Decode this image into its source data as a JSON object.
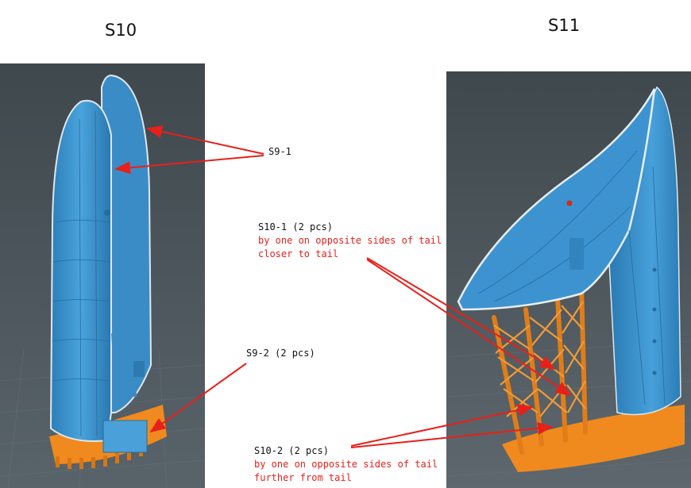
{
  "titles": {
    "left": "S10",
    "right": "S11"
  },
  "labels": {
    "s9_1": "S9-1",
    "s9_2": "S9-2 (2 pcs)",
    "s10_1": {
      "title": "S10-1 (2 pcs)",
      "line1": "by one on opposite sides of tail",
      "line2": "closer to tail"
    },
    "s10_2": {
      "title": "S10-2 (2 pcs)",
      "line1": "by one on opposite sides of tail",
      "line2": "further from tail"
    }
  },
  "colors": {
    "model_blue": "#3a93cf",
    "support_orange": "#f08a1e",
    "viewport_bg": "#4a5358",
    "annotation_red": "#e8201a"
  }
}
